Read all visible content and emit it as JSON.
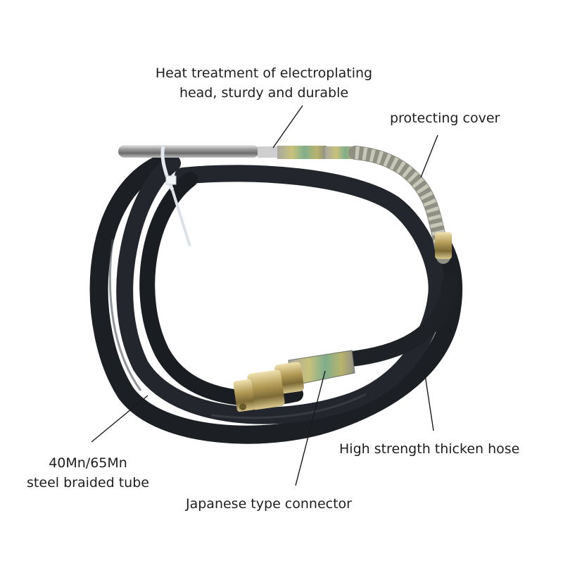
{
  "annotations": {
    "head": {
      "line1": "Heat treatment of electroplating",
      "line2": "head, sturdy and durable"
    },
    "cover": "protecting cover",
    "hose": "High strength thicken hose",
    "tube": {
      "line1": "40Mn/65Mn",
      "line2": "steel braided tube"
    },
    "connector": "Japanese type connector"
  }
}
